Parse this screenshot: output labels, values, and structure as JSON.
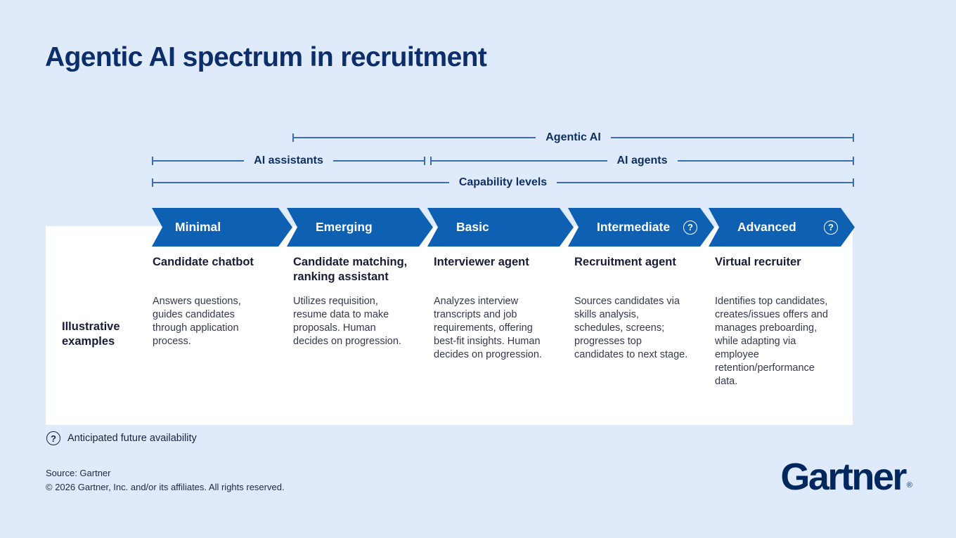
{
  "page": {
    "title": "Agentic AI spectrum in recruitment"
  },
  "colors": {
    "background": "#DFEBFA",
    "panel": "#FFFFFF",
    "chevron_blue": "#0E60B2",
    "bracket_line": "#3A6CB4",
    "bracket_label": "#0E2F66",
    "title_navy": "#0C2F6B",
    "heading_text": "#181C3A",
    "body_text": "#343850",
    "logo_navy": "#00285E"
  },
  "icons": {
    "question_glyph": "?"
  },
  "brackets": {
    "agentic": "Agentic AI",
    "assistants": "AI assistants",
    "agents": "AI agents",
    "capability": "Capability levels"
  },
  "spectrum": {
    "levels": [
      {
        "label": "Minimal",
        "future": false
      },
      {
        "label": "Emerging",
        "future": false
      },
      {
        "label": "Basic",
        "future": false
      },
      {
        "label": "Intermediate",
        "future": true
      },
      {
        "label": "Advanced",
        "future": true
      }
    ]
  },
  "examples": {
    "row_label": "Illustrative examples",
    "items": [
      {
        "title": "Candidate chatbot",
        "description": "Answers questions, guides candidates through application process."
      },
      {
        "title": "Candidate matching, ranking assistant",
        "description": "Utilizes requisition, resume data to make proposals. Human decides on progression."
      },
      {
        "title": "Interviewer agent",
        "description": "Analyzes interview transcripts and job requirements, offering best-fit insights. Human decides on progression."
      },
      {
        "title": "Recruitment agent",
        "description": "Sources candidates via skills analysis, schedules, screens; progresses top candidates to next stage."
      },
      {
        "title": "Virtual recruiter",
        "description": "Identifies top candidates, creates/issues offers and manages preboarding, while adapting via employee retention/performance data."
      }
    ]
  },
  "legend": {
    "label": "Anticipated future availability"
  },
  "footer": {
    "source": "Source: Gartner",
    "copyright": "© 2026 Gartner, Inc. and/or its affiliates. All rights reserved.",
    "logo": "Gartner",
    "registered": "®"
  }
}
